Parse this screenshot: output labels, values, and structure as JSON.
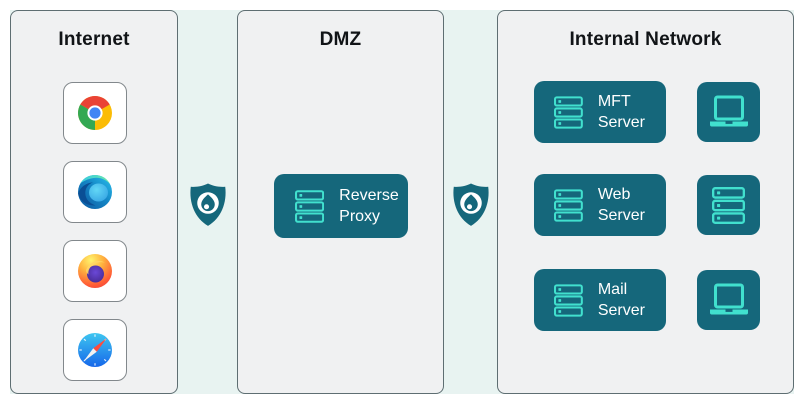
{
  "colors": {
    "accent-dark": "#15677B",
    "accent-light": "#41E0CE",
    "zone-bg": "#F0F1F2",
    "zone-border": "#5E6E72",
    "gap-bg": "#E8F3F1",
    "tile-border": "#82888C",
    "title-color": "#111417",
    "node-text": "#FFFFFF"
  },
  "zones": {
    "internet": {
      "title": "Internet",
      "browsers": [
        {
          "icon": "chrome-icon"
        },
        {
          "icon": "edge-icon"
        },
        {
          "icon": "firefox-icon"
        },
        {
          "icon": "safari-icon"
        }
      ]
    },
    "dmz": {
      "title": "DMZ",
      "nodes": [
        {
          "label": "Reverse Proxy",
          "icon": "server-stack-icon"
        }
      ]
    },
    "internal": {
      "title": "Internal Network",
      "rows": [
        {
          "server": {
            "label": "MFT Server",
            "icon": "server-stack-icon"
          },
          "device": {
            "icon": "laptop-icon"
          }
        },
        {
          "server": {
            "label": "Web Server",
            "icon": "server-stack-icon"
          },
          "device": {
            "icon": "server-stack-icon"
          }
        },
        {
          "server": {
            "label": "Mail Server",
            "icon": "server-stack-icon"
          },
          "device": {
            "icon": "laptop-icon"
          }
        }
      ]
    }
  },
  "firewalls": [
    {
      "icon": "firewall-shield-icon"
    },
    {
      "icon": "firewall-shield-icon"
    }
  ]
}
